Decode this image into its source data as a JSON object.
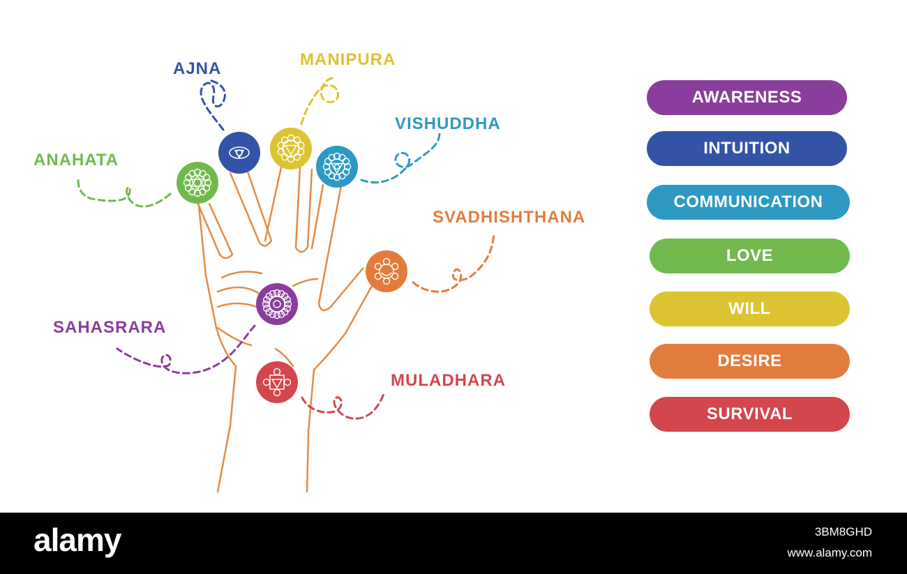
{
  "chakras": [
    {
      "key": "ajna",
      "name": "AJNA",
      "color": "#3253a6",
      "icon": "eye-symbol-icon"
    },
    {
      "key": "manipura",
      "name": "MANIPURA",
      "color": "#dcc332",
      "icon": "inverted-triangle-lotus-icon"
    },
    {
      "key": "vishuddha",
      "name": "VISHUDDHA",
      "color": "#2e99c3",
      "icon": "circle-triangle-lotus-icon"
    },
    {
      "key": "anahata",
      "name": "ANAHATA",
      "color": "#72b94d",
      "icon": "hexagram-lotus-icon"
    },
    {
      "key": "svadhishthana",
      "name": "SVADHISHTHANA",
      "color": "#e27c3d",
      "icon": "crescent-lotus-icon"
    },
    {
      "key": "sahasrara",
      "name": "SAHASRARA",
      "color": "#8a3d9c",
      "icon": "thousand-petal-lotus-icon"
    },
    {
      "key": "muladhara",
      "name": "MULADHARA",
      "color": "#d2464c",
      "icon": "square-triangle-lotus-icon"
    }
  ],
  "qualities": [
    {
      "label": "AWARENESS",
      "color": "#8a3d9c"
    },
    {
      "label": "INTUITION",
      "color": "#3253a6"
    },
    {
      "label": "COMMUNICATION",
      "color": "#2e99c3"
    },
    {
      "label": "LOVE",
      "color": "#72b94d"
    },
    {
      "label": "WILL",
      "color": "#dcc332"
    },
    {
      "label": "DESIRE",
      "color": "#e27c3d"
    },
    {
      "label": "SURVIVAL",
      "color": "#d2464c"
    }
  ],
  "hand_outline_color": "#e38b45",
  "footer": {
    "brand": "alamy",
    "image_id": "3BM8GHD",
    "url": "www.alamy.com"
  }
}
